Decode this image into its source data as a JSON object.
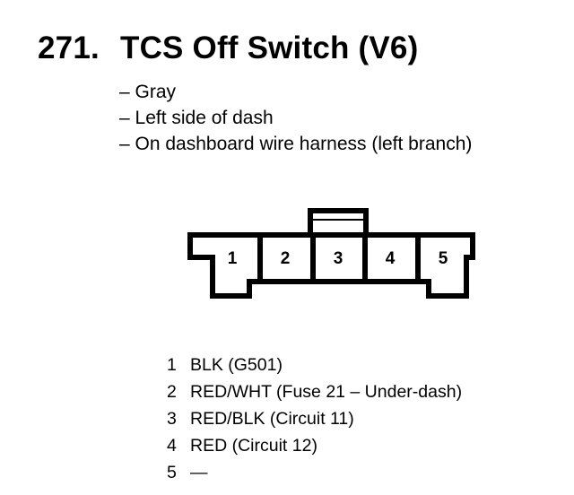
{
  "heading": {
    "number": "271.",
    "title": "TCS Off Switch (V6)"
  },
  "details": [
    "– Gray",
    "– Left side of dash",
    "– On dashboard wire harness (left branch)"
  ],
  "connector": {
    "cavities": [
      "1",
      "2",
      "3",
      "4",
      "5"
    ]
  },
  "pinout": [
    {
      "pin": "1",
      "desc": "BLK (G501)"
    },
    {
      "pin": "2",
      "desc": "RED/WHT (Fuse 21 – Under-dash)"
    },
    {
      "pin": "3",
      "desc": "RED/BLK (Circuit 11)"
    },
    {
      "pin": "4",
      "desc": "RED (Circuit 12)"
    },
    {
      "pin": "5",
      "desc": "—"
    }
  ]
}
